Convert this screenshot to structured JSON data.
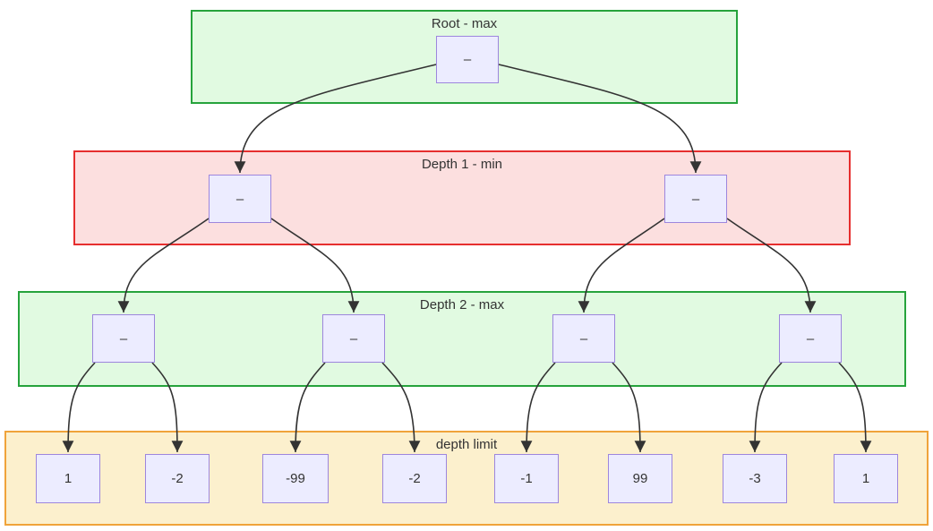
{
  "bands": {
    "root": {
      "label": "Root - max"
    },
    "depth1": {
      "label": "Depth 1 - min"
    },
    "depth2": {
      "label": "Depth 2 - max"
    },
    "limit": {
      "label": "depth limit"
    }
  },
  "nodes": {
    "root": "–",
    "d1a": "–",
    "d1b": "–",
    "d2a": "–",
    "d2b": "–",
    "d2c": "–",
    "d2d": "–"
  },
  "leaves": [
    "1",
    "-2",
    "-99",
    "-2",
    "-1",
    "99",
    "-3",
    "1"
  ],
  "colors": {
    "band-green-fill": "#e1fae1",
    "band-green-border": "#26a33c",
    "band-red-fill": "#fcdfdf",
    "band-red-border": "#e62e2e",
    "band-orange-fill": "#fcf0cd",
    "band-orange-border": "#f0a33a",
    "node-fill": "#ececff",
    "node-border": "#9d86dd",
    "edge-color": "#333333"
  }
}
